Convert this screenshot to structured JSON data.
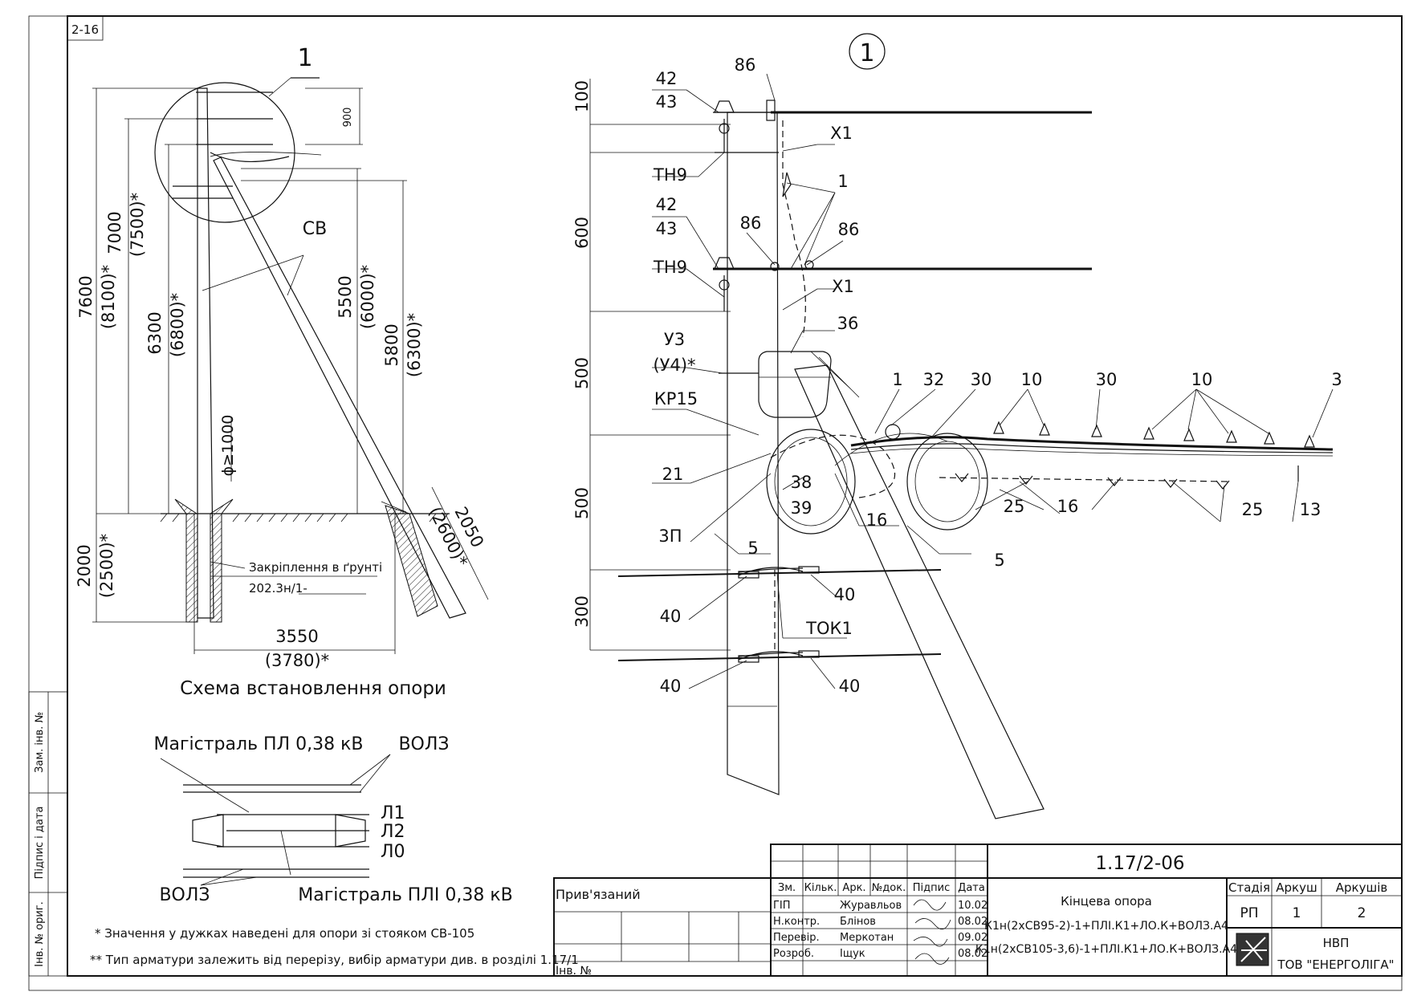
{
  "sheet": {
    "corner_code": "2-16",
    "section_number": "1",
    "detail_number": "1"
  },
  "left_drawing": {
    "scheme_title": "Схема встановлення опори",
    "cv_label": "СВ",
    "dim_900": "900",
    "dim_7600": "7600",
    "dim_8100": "(8100)*",
    "dim_7000": "7000",
    "dim_7500": "(7500)*",
    "dim_6300": "6300",
    "dim_6800": "(6800)*",
    "dim_5500": "5500",
    "dim_6000": "(6000)*",
    "dim_5800": "5800",
    "dim_6300b": "(6300)*",
    "dim_diameter": "ϕ≥1000",
    "dim_2000": "2000",
    "dim_2500": "(2500)*",
    "dim_2050": "2050",
    "dim_2600": "(2600)*",
    "dim_3550": "3550",
    "dim_3780": "(3780)*",
    "ground_fixing": "Закріплення в ґрунті",
    "ground_fixing_code": "202.3н/1-"
  },
  "line_scheme": {
    "main_top": "Магістраль ПЛ 0,38 кВ",
    "vol3_top": "ВОЛЗ",
    "l1": "Л1",
    "l2": "Л2",
    "l0": "Л0",
    "vol3_bottom": "ВОЛЗ",
    "main_bottom": "Магістраль ПЛІ 0,38 кВ"
  },
  "notes": {
    "note1": "* Значення у дужках наведені для опори зі стояком СВ-105",
    "note2": "** Тип арматури залежить від перерізу, вибір арматури див. в розділі 1.17/1"
  },
  "detail": {
    "v100": "100",
    "v600": "600",
    "v500a": "500",
    "v500b": "500",
    "v300": "300",
    "l42a": "42",
    "l43a": "43",
    "l86a": "86",
    "lx1a": "Х1",
    "l1a": "1",
    "lth9a": "ТН9",
    "l42b": "42",
    "l43b": "43",
    "l86b": "86",
    "l86c": "86",
    "lth9b": "ТН9",
    "lx1b": "Х1",
    "lu3": "У3",
    "lu4": "(У4)*",
    "l36": "36",
    "lkp15": "КР15",
    "l1b": "1",
    "l32": "32",
    "l30a": "30",
    "l10a": "10",
    "l30b": "30",
    "l10b": "10",
    "l3": "3",
    "l21": "21",
    "l38": "38",
    "l39": "39",
    "l3p": "3П",
    "l16a": "16",
    "l25a": "25",
    "l16b": "16",
    "l25b": "25",
    "l13": "13",
    "l5a": "5",
    "l5b": "5",
    "l40a": "40",
    "l40b": "40",
    "ltok1": "ТОК1",
    "l40c": "40",
    "l40d": "40"
  },
  "side_stamp": {
    "zam": "Зам. інв. №",
    "sign_date": "Підпис і дата",
    "inv_orig": "Інв. № ориг."
  },
  "title_block": {
    "bound": "Прив'язаний",
    "inv_no": "Інв. №",
    "doc_code": "1.17/2-06",
    "h_zm": "Зм.",
    "h_kilk": "Кільк.",
    "h_ark": "Арк.",
    "h_ndok": "№док.",
    "h_pidpys": "Підпис",
    "h_data": "Дата",
    "roles": [
      {
        "role": "ГІП",
        "name": "Журавльов",
        "date": "10.02"
      },
      {
        "role": "Н.контр.",
        "name": "Блінов",
        "date": "08.02"
      },
      {
        "role": "Перевір.",
        "name": "Меркотан",
        "date": "09.02"
      },
      {
        "role": "Розроб.",
        "name": "Іщук",
        "date": "08.02"
      }
    ],
    "desc1": "Кінцева опора",
    "desc2": "К1н(2хСВ95-2)-1+ПЛІ.К1+ЛО.К+ВОЛЗ.А4",
    "desc3": "К1н(2хСВ105-3,6)-1+ПЛІ.К1+ЛО.К+ВОЛЗ.А4",
    "h_stage": "Стадія",
    "h_sheet": "Аркуш",
    "h_sheets": "Аркушів",
    "stage": "РП",
    "sheet": "1",
    "sheets": "2",
    "org1": "НВП",
    "org2": "ТОВ \"ЕНЕРГОЛІГА\""
  },
  "colors": {
    "ink": "#111111",
    "paper": "#ffffff"
  }
}
